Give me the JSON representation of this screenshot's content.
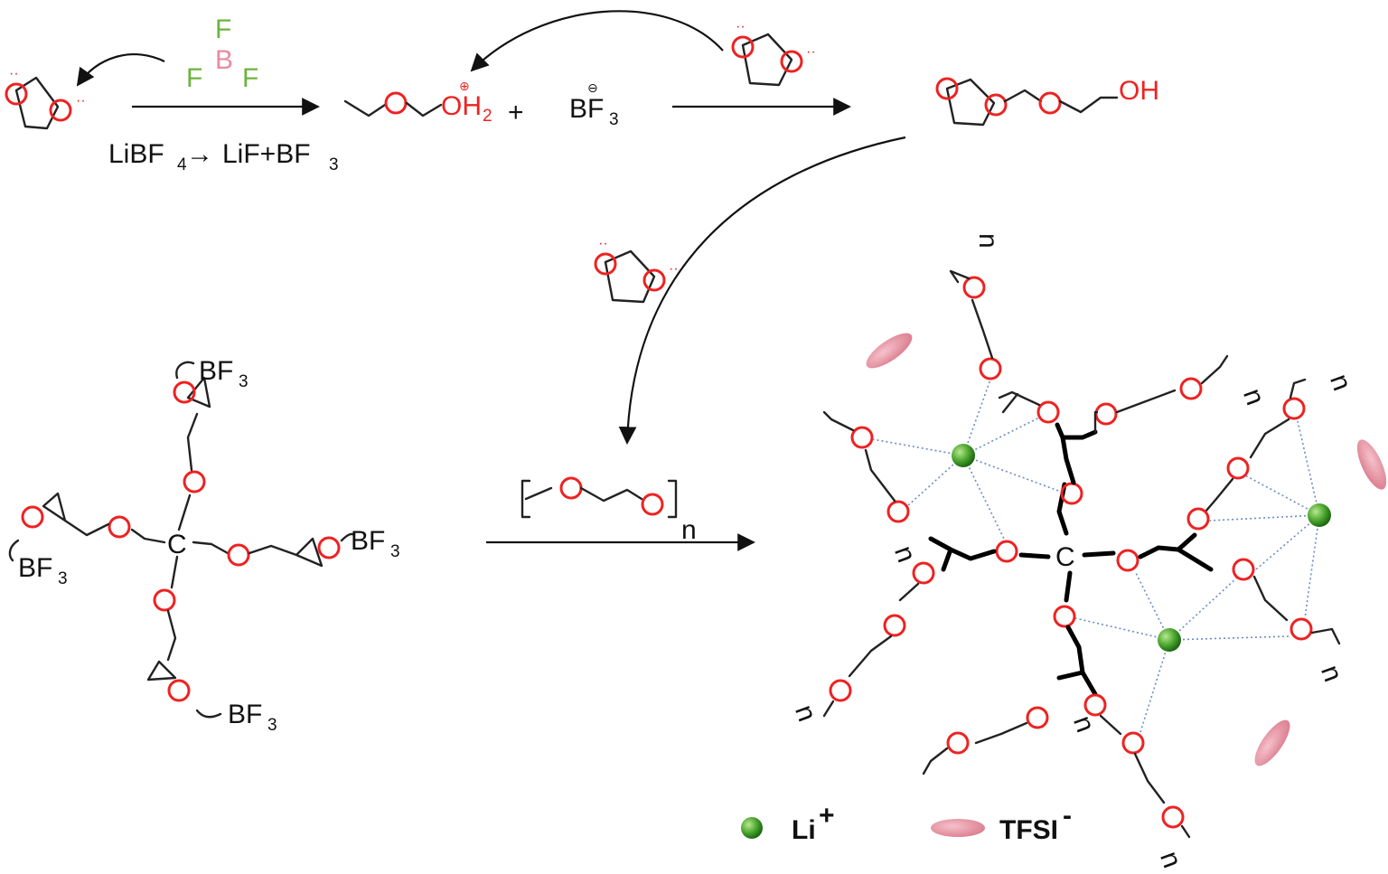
{
  "labels": {
    "f_top": "F",
    "f_left": "F",
    "f_right": "F",
    "b": "B",
    "oh2_prefix": "OH",
    "oh2_sub": "2",
    "plus": "+",
    "bf3_minus_main": "BF",
    "bf3_minus_sub": "3",
    "bf3_minus_charge": "⊖",
    "oh2_charge": "⊕",
    "li_reaction_a": "LiBF",
    "li_reaction_a_sub": "4",
    "li_reaction_arrow": "→",
    "li_reaction_b": "LiF+BF",
    "li_reaction_b_sub": "3",
    "dimer_oh": "OH",
    "bf3_main": "BF",
    "bf3_sub": "3",
    "carbon": "C",
    "peo_n": "n",
    "legend_li": "Li",
    "legend_li_sup": "+",
    "legend_tfsi": "TFSI",
    "legend_tfsi_sup": "-"
  },
  "colors": {
    "oxygen": "#ee2222",
    "fluorine": "#6db33f",
    "boron": "#e88ca0",
    "lithium": "#3a9a2a",
    "tfsi": "#e88ca0",
    "coordination": "#6a8cc7"
  }
}
